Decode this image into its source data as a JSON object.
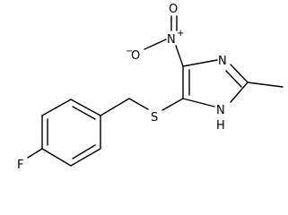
{
  "atoms": {
    "fluorine": "F",
    "sulfur": "S",
    "nitro_nitrogen": "N",
    "nitro_nitrogen_charge": "+",
    "nitro_oxygen_top": "O",
    "nitro_oxygen_left": "O",
    "nitro_oxygen_left_charge": "−",
    "ring_nitrogen": "N",
    "ring_nh": "N",
    "ring_nh_h": "H"
  }
}
